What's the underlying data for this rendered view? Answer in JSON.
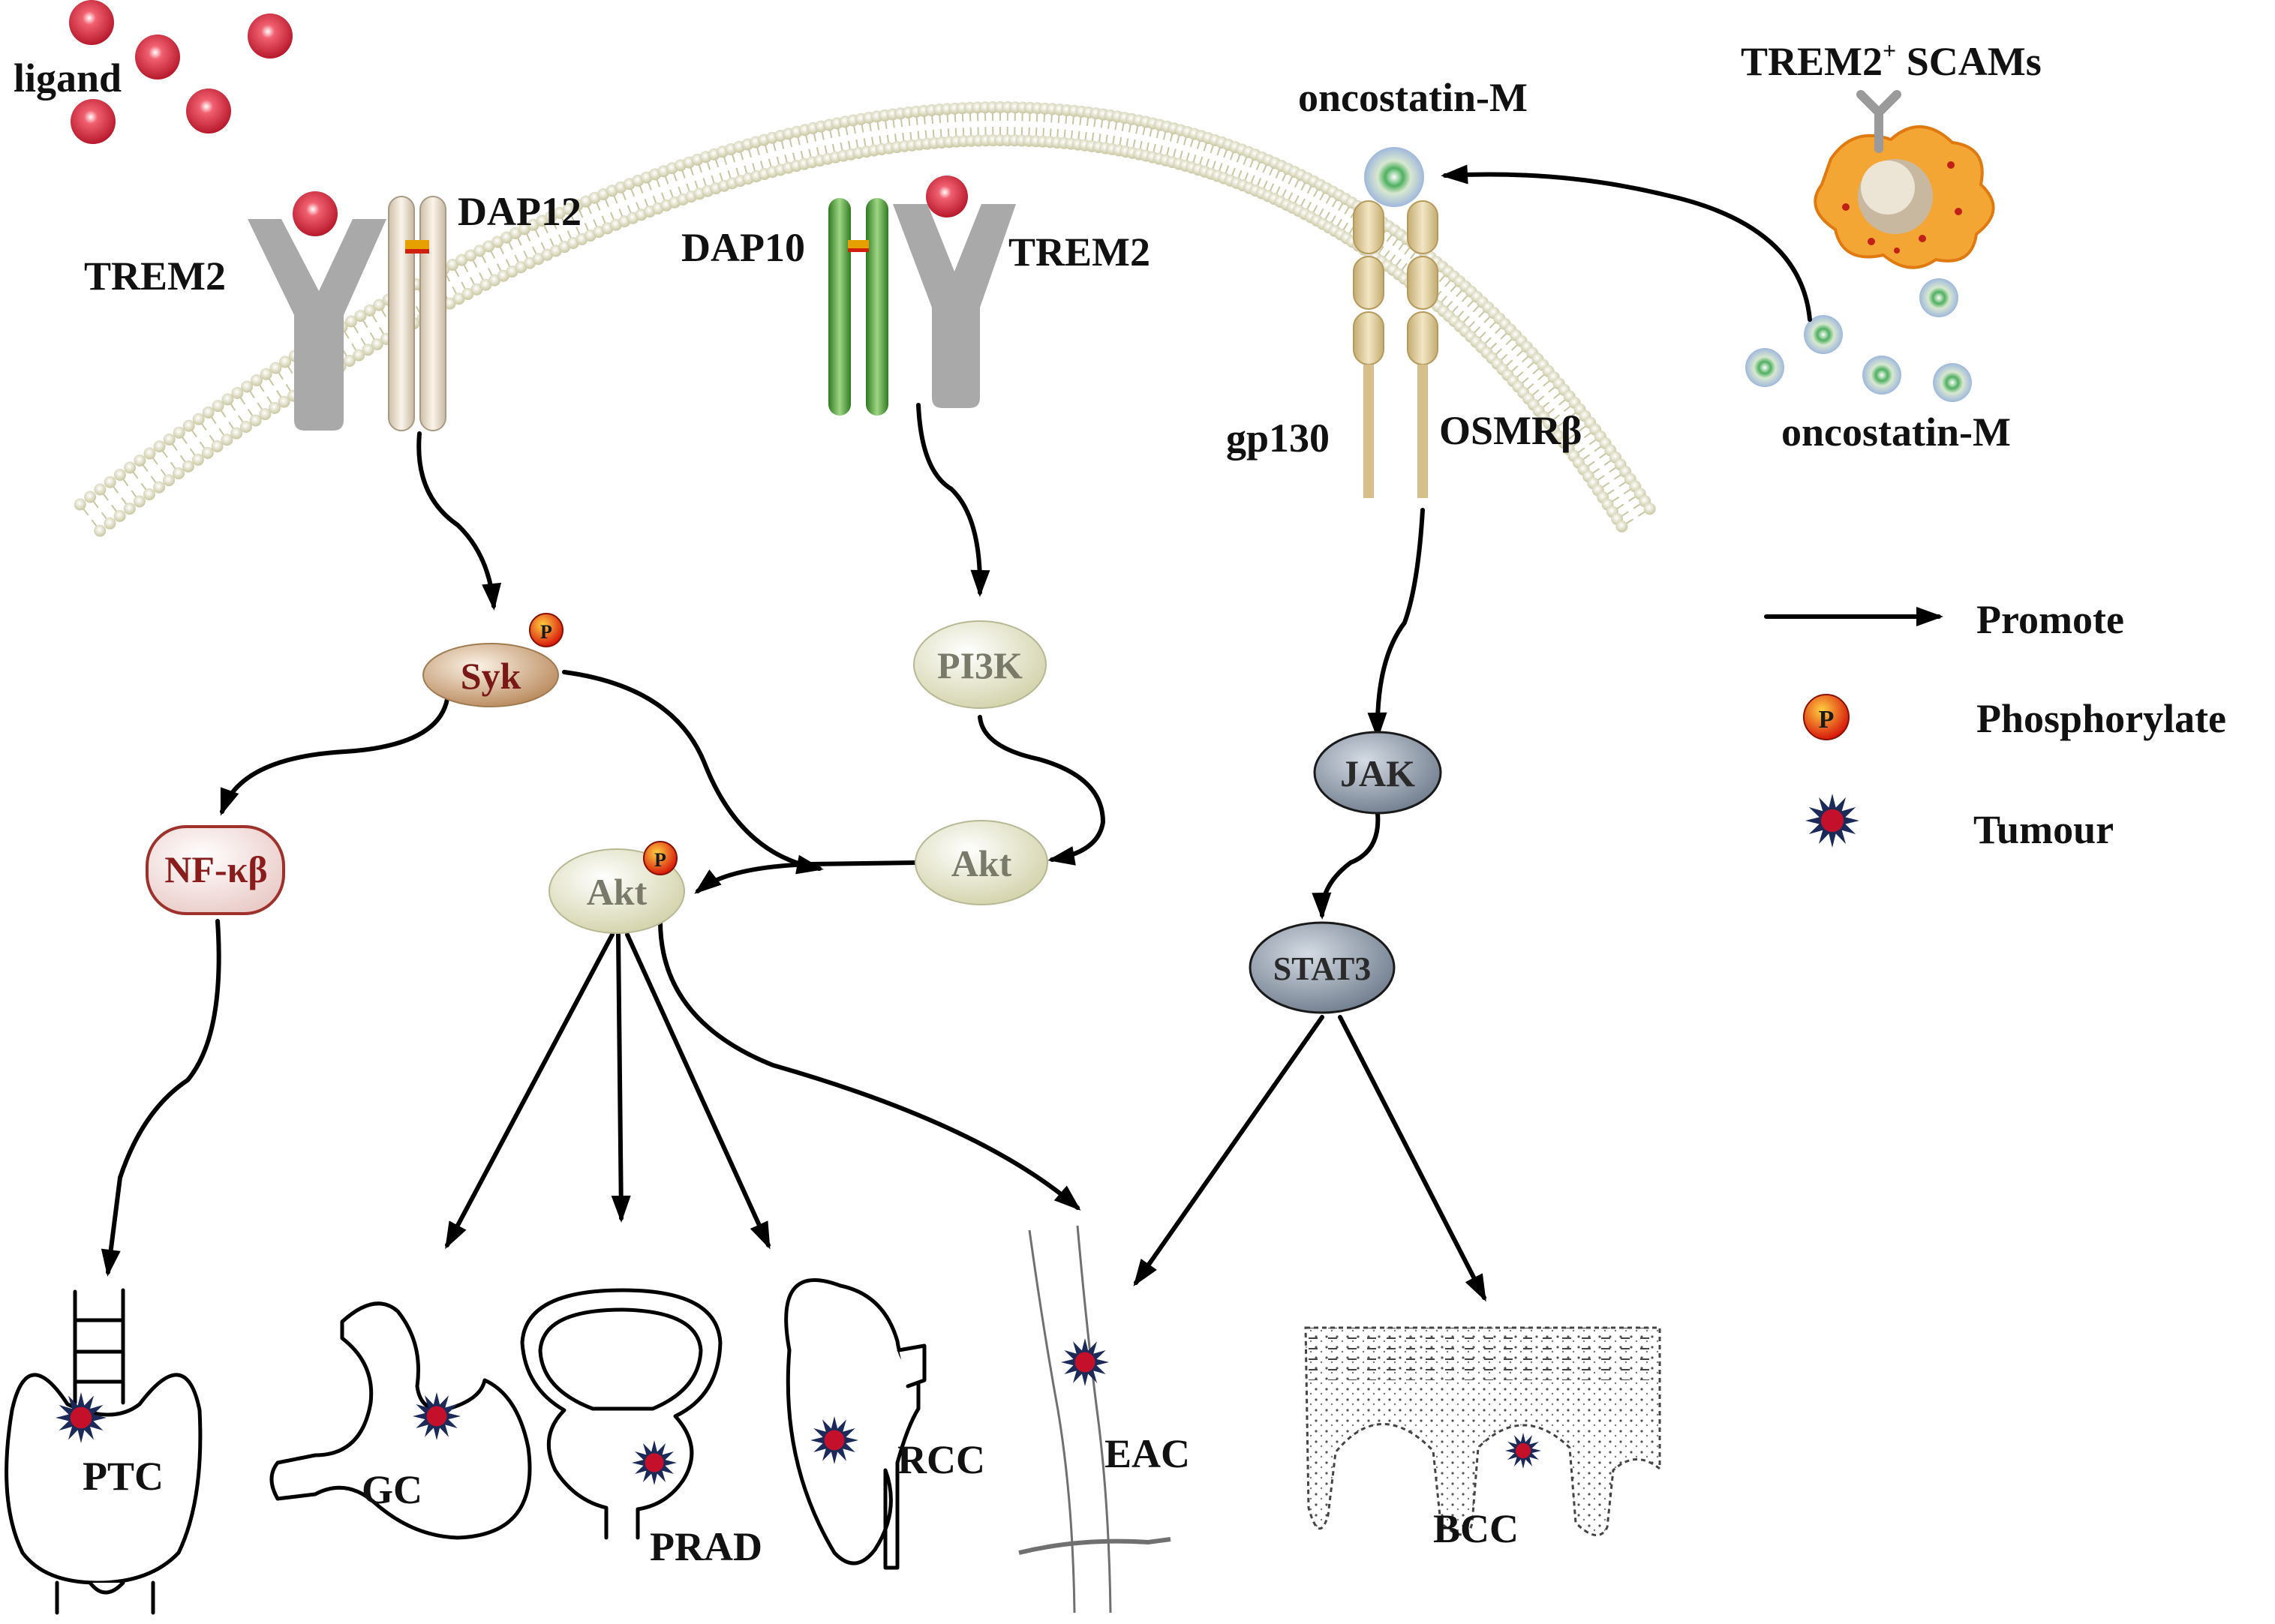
{
  "labels": {
    "ligand": "ligand",
    "trem2_left": "TREM2",
    "dap12": "DAP12",
    "dap10": "DAP10",
    "trem2_right": "TREM2",
    "oncostatin_top": "oncostatin-M",
    "oncostatin_bottom": "oncostatin-M",
    "scams": "TREM2",
    "scams_sup": "+",
    "scams_rest": " SCAMs",
    "gp130": "gp130",
    "osmrb": "OSMRβ"
  },
  "nodes": {
    "syk": "Syk",
    "pi3k": "PI3K",
    "akt_right": "Akt",
    "akt_left": "Akt",
    "nfkb": "NF-κβ",
    "jak": "JAK",
    "stat3": "STAT3",
    "phospho_mark": "P"
  },
  "tumours": {
    "ptc": "PTC",
    "gc": "GC",
    "prad": "PRAD",
    "rcc": "RCC",
    "eac": "EAC",
    "bcc": "BCC"
  },
  "legend": {
    "promote": "Promote",
    "phosphorylate": "Phosphorylate",
    "tumour": "Tumour"
  },
  "colors": {
    "ligand": "#c8283a",
    "membrane": "#e6e4c6",
    "trem2": "#a8a8a8",
    "dap12": "#efe3cf",
    "dap10": "#4f9a34",
    "gp130": "#d9c28f",
    "oncostatin": "#56b46a",
    "syk": "#c89a6a",
    "nfkb": "#c0504d",
    "pi3k_akt": "#e4e4c8",
    "jak_stat": "#8c98a8",
    "tumour_star": "#c4102a",
    "phospho": "#e02010",
    "macrophage": "#f2a030"
  }
}
